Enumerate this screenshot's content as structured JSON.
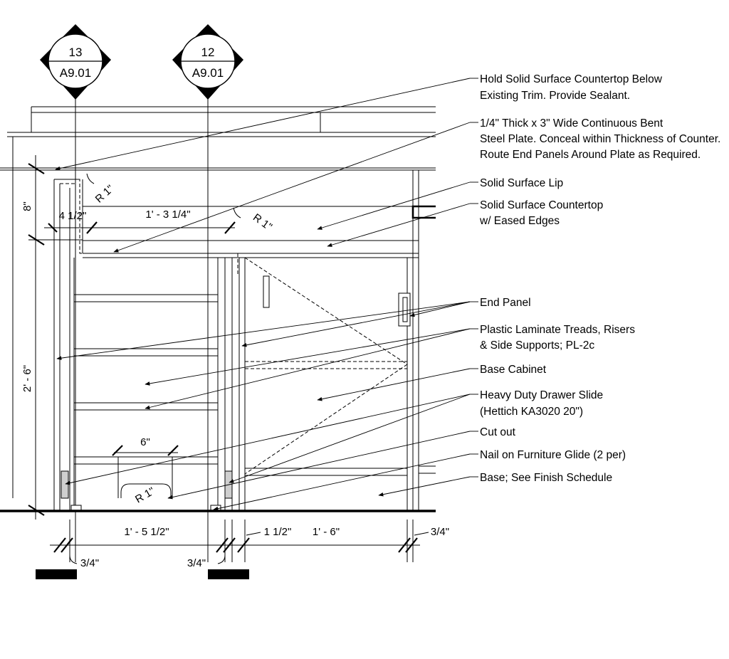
{
  "section_tags": [
    {
      "number": "13",
      "sheet": "A9.01"
    },
    {
      "number": "12",
      "sheet": "A9.01"
    }
  ],
  "notes": [
    {
      "lines": [
        "Hold Solid Surface Countertop Below",
        "Existing Trim. Provide Sealant."
      ]
    },
    {
      "lines": [
        "1/4\" Thick x 3\" Wide Continuous Bent",
        "Steel Plate. Conceal within Thickness of Counter.",
        "Route End Panels Around Plate as Required."
      ]
    },
    {
      "lines": [
        "Solid Surface Lip"
      ]
    },
    {
      "lines": [
        "Solid Surface Countertop",
        "w/ Eased Edges"
      ]
    },
    {
      "lines": [
        "End Panel"
      ]
    },
    {
      "lines": [
        "Plastic Laminate Treads, Risers",
        "& Side Supports; PL-2c"
      ]
    },
    {
      "lines": [
        "Base Cabinet"
      ]
    },
    {
      "lines": [
        "Heavy Duty Drawer Slide",
        "(Hettich KA3020 20\")"
      ]
    },
    {
      "lines": [
        "Cut out"
      ]
    },
    {
      "lines": [
        "Nail on Furniture Glide (2 per)"
      ]
    },
    {
      "lines": [
        "Base; See Finish Schedule"
      ]
    }
  ],
  "dimensions": {
    "height_upper": "8\"",
    "height_main": "2' - 6\"",
    "step_width": "4 1/2\"",
    "step_span": "1' - 3 1/4\"",
    "radius_a": "R 1\"",
    "radius_b": "R 1\"",
    "radius_c": "R 1\"",
    "cutout_width": "6\"",
    "bottom_span_a": "1' - 5 1/2\"",
    "bottom_gap": "1 1/2\"",
    "bottom_span_b": "1' - 6\"",
    "end_offset": "3/4\"",
    "left_panel": "3/4\"",
    "mid_panel": "3/4\""
  }
}
